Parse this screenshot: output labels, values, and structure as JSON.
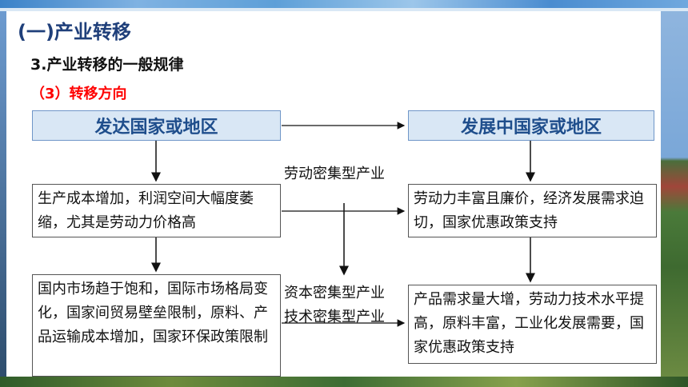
{
  "title": "(一)产业转移",
  "subtitle": "3.产业转移的一般规律",
  "section": "（3）转移方向",
  "source": {
    "heading": "发达国家或地区",
    "box1": "生产成本增加，利润空间大幅度萎缩，尤其是劳动力价格高",
    "box2": "国内市场趋于饱和，国际市场格局变化，国家间贸易壁垒限制，原料、产品运输成本增加，国家环保政策限制"
  },
  "destination": {
    "heading": "发展中国家或地区",
    "box1": "劳动力丰富且廉价，经济发展需求迫切，国家优惠政策支持",
    "box2": "产品需求量大增，劳动力技术水平提高，原料丰富，工业化发展需要，国家优惠政策支持"
  },
  "middle": {
    "label1": "劳动密集型产业",
    "label2": "资本密集型产业",
    "label3": "技术密集型产业"
  }
}
